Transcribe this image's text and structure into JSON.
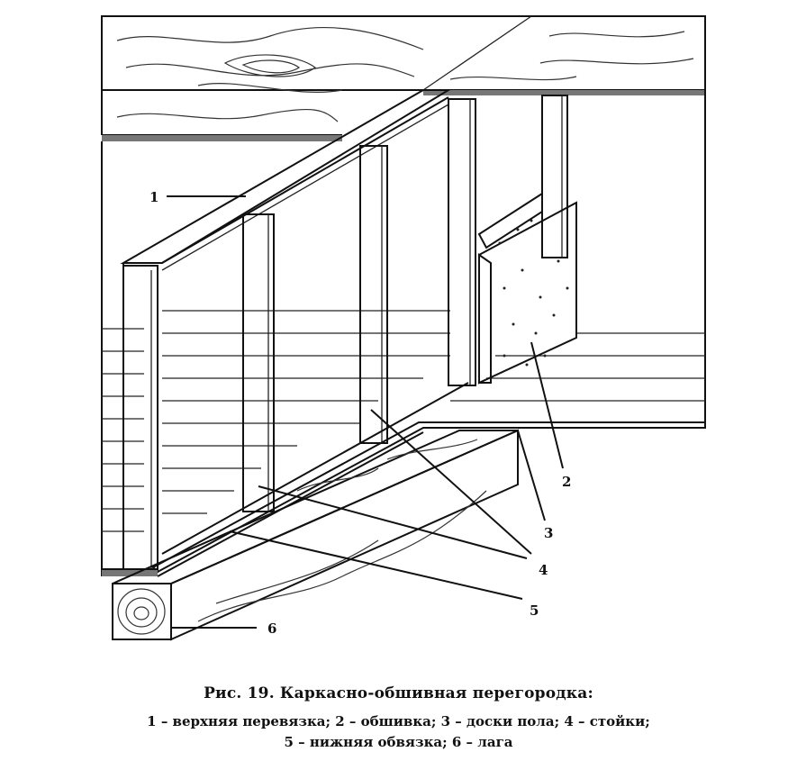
{
  "caption": {
    "title": "Рис. 19. Каркасно-обшивная перегородка:",
    "legend_line1": "1 – верхняя перевязка; 2 – обшивка; 3 – доски пола; 4 – стойки;",
    "legend_line2": "5 – нижняя обвязка; 6 – лага"
  },
  "callouts": [
    {
      "id": "1",
      "label": "1"
    },
    {
      "id": "2",
      "label": "2"
    },
    {
      "id": "3",
      "label": "3"
    },
    {
      "id": "4",
      "label": "4"
    },
    {
      "id": "5",
      "label": "5"
    },
    {
      "id": "6",
      "label": "6"
    }
  ],
  "colors": {
    "ink": "#111111",
    "paper": "#ffffff"
  }
}
